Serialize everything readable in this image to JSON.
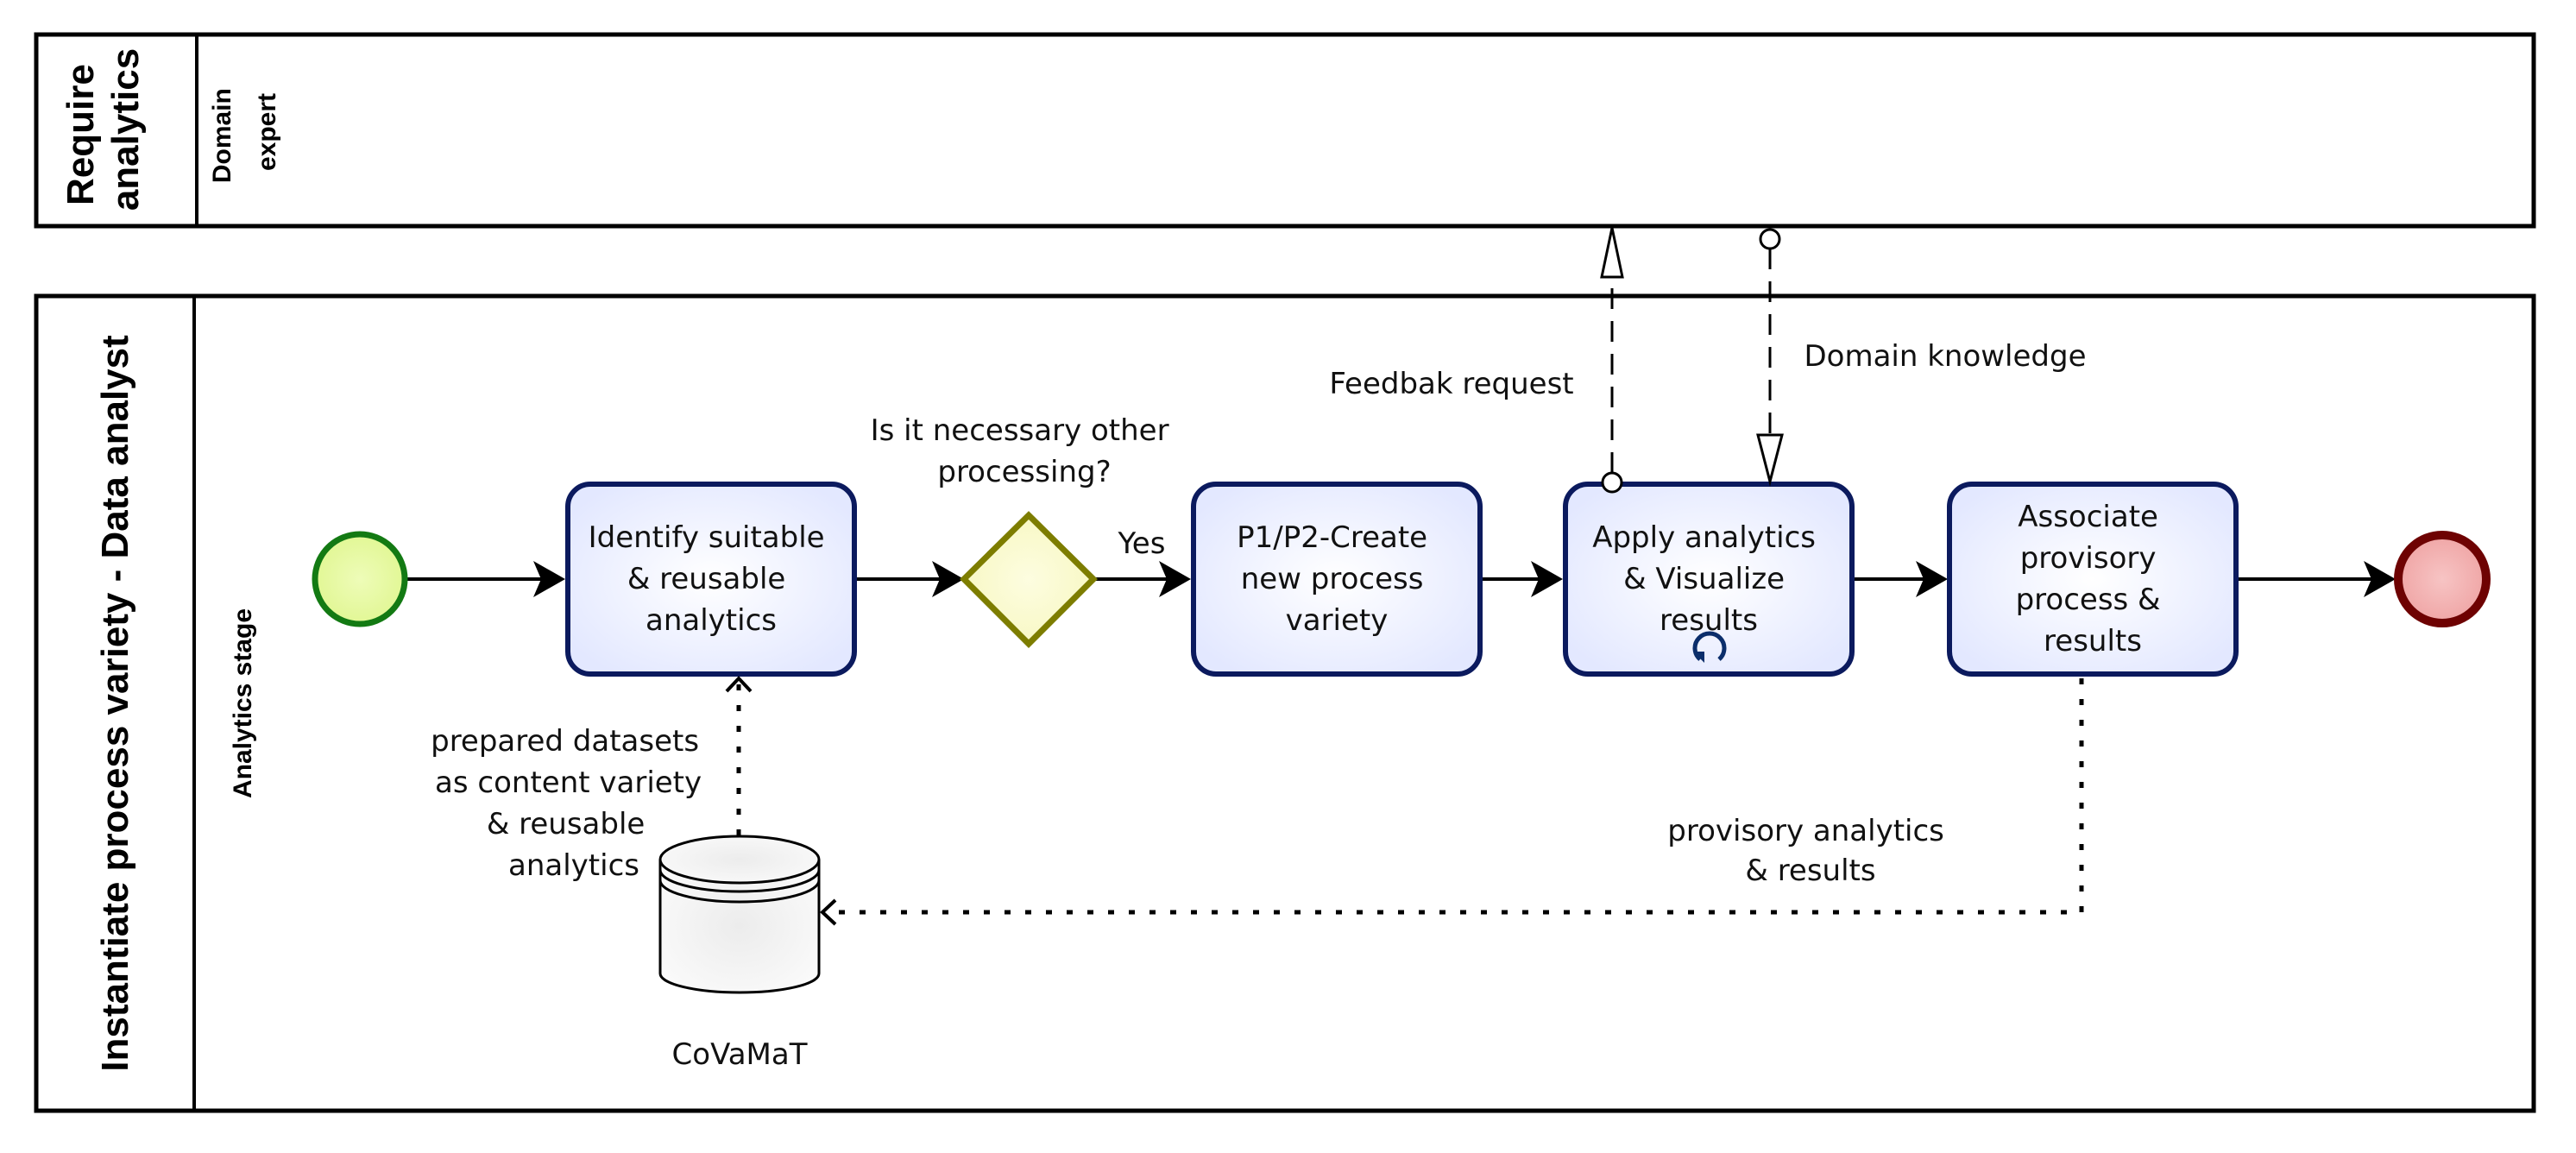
{
  "pools": [
    {
      "id": "require-analytics",
      "title_lines": [
        "Require",
        "analytics"
      ],
      "lanes": [
        {
          "title_lines": [
            "Domain",
            "expert"
          ]
        }
      ]
    },
    {
      "id": "instantiate-process",
      "title": "Instantiate process variety - Data analyst",
      "lanes": [
        {
          "title": "Analytics stage"
        }
      ]
    }
  ],
  "events": {
    "start": {
      "type": "start",
      "fill": "#e6f99c",
      "stroke": "#137a13"
    },
    "end": {
      "type": "end",
      "fill": "#f2a9a9",
      "stroke": "#6e0202"
    }
  },
  "tasks": [
    {
      "id": "identify",
      "lines": [
        "Identify suitable",
        "& reusable",
        "analytics"
      ],
      "loop": false
    },
    {
      "id": "create",
      "lines": [
        "P1/P2-Create",
        "new process",
        "variety"
      ],
      "loop": false
    },
    {
      "id": "apply",
      "lines": [
        "Apply analytics",
        "& Visualize",
        "results"
      ],
      "loop": true
    },
    {
      "id": "associate",
      "lines": [
        "Associate",
        "provisory",
        "process &",
        "results"
      ],
      "loop": false
    }
  ],
  "gateway": {
    "question_lines": [
      "Is it necessary other",
      "processing?"
    ],
    "yes_label": "Yes",
    "fill": "#fbfbd2",
    "stroke": "#7d7d00"
  },
  "message_flows": [
    {
      "label": "Feedbak request",
      "direction": "to-domain-expert"
    },
    {
      "label": "Domain knowledge",
      "direction": "to-data-analyst"
    }
  ],
  "data_store": {
    "name": "CoVaMaT",
    "input_label_lines": [
      "prepared datasets",
      "as content variety",
      "& reusable",
      "analytics"
    ],
    "output_label_lines": [
      "provisory analytics",
      "& results"
    ]
  },
  "colors": {
    "task_border": "#0b1a5e",
    "task_fill": "#eef1ff",
    "loop_marker": "#0b2e6b"
  }
}
